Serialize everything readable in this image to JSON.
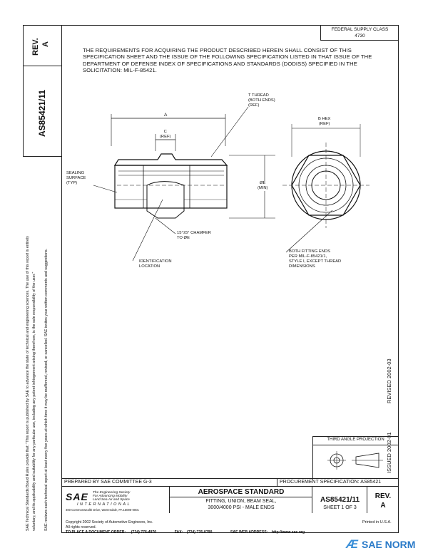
{
  "header": {
    "rev_label": "REV.",
    "rev_letter": "A",
    "spec_number": "AS85421/11",
    "federal_supply_class": "FEDERAL SUPPLY CLASS",
    "fsc_number": "4730"
  },
  "requirements_text": "THE REQUIREMENTS FOR ACQUIRING THE PRODUCT DESCRIBED HEREIN SHALL CONSIST OF THIS SPECIFICATION SHEET AND THE ISSUE OF THE FOLLOWING SPECIFICATION LISTED IN THAT ISSUE OF THE DEPARTMENT OF DEFENSE INDEX OF SPECIFICATIONS AND STANDARDS (DODISS) SPECIFIED IN THE SOLICITATION: MIL-F-85421.",
  "drawing": {
    "t_thread": "T THREAD",
    "both_ends": "(BOTH ENDS)",
    "ref": "(REF)",
    "dim_a": "A",
    "dim_c": "C",
    "dim_c_ref": "(REF)",
    "dim_b_hex": "B HEX",
    "dim_b_ref": "(REF)",
    "dim_oe": "ØE",
    "dim_oe_min": "(MIN)",
    "sealing_surface": "SEALING",
    "sealing_surface2": "SURFACE",
    "sealing_typ": "(TYP)",
    "chamfer": "15°±5° CHAMFER",
    "chamfer2": "TO ØE",
    "identification": "IDENTIFICATION",
    "identification2": "LOCATION",
    "fitting_ends1": "BOTH FITTING ENDS",
    "fitting_ends2": "PER MIL-F-85421/1,",
    "fitting_ends3": "STYLE I, EXCEPT THREAD",
    "fitting_ends4": "DIMENSIONS"
  },
  "side_notes": {
    "revised": "REVISED 2002-03",
    "issued": "ISSUED 2002-01",
    "sae_notice_1": "SAE Technical Standards Board Rules provide that: \"This report is published by SAE to advance the state of technical and engineering sciences. The use of this report is entirely",
    "sae_notice_2": "voluntary, and its applicability and suitability for any particular use, including any patent infringement arising therefrom, is the sole responsibility of the user.\"",
    "sae_notice_3": "SAE reviews each technical report at least every five years at which time it may be reaffirmed, revised, or cancelled. SAE invites your written comments and suggestions."
  },
  "third_angle": "THIRD ANGLE PROJECTION",
  "footer": {
    "prepared_by": "PREPARED BY SAE COMMITTEE G-3",
    "procurement": "PROCUREMENT SPECIFICATION: AS85421",
    "sae_logo": "SAE",
    "sae_tagline1": "The Engineering Society",
    "sae_tagline2": "For Advancing Mobility",
    "sae_tagline3": "Land Sea Air and Space",
    "sae_international": "INTERNATIONAL",
    "sae_address": "400 Commonwealth Drive, Warrendale, PA 15096-0001",
    "title": "AEROSPACE STANDARD",
    "subtitle1": "FITTING, UNION, BEAM SEAL,",
    "subtitle2": "3000/4000 PSI - MALE ENDS",
    "spec": "AS85421/11",
    "sheet": "SHEET 1 OF 3",
    "rev": "REV.",
    "rev_letter": "A",
    "copyright": "Copyright 2002 Society of Automotive Engineers, Inc.",
    "rights": "All rights reserved.",
    "printed": "Printed in U.S.A.",
    "order_label": "TO PLACE A DOCUMENT ORDER:",
    "order_phone": "(724) 776-4970",
    "fax_label": "FAX:",
    "fax_phone": "(724) 776-0790",
    "web_label": "SAE WEB ADDRESS:",
    "web_url": "http://www.sae.org"
  },
  "watermark": {
    "text": "SAE NORM"
  }
}
